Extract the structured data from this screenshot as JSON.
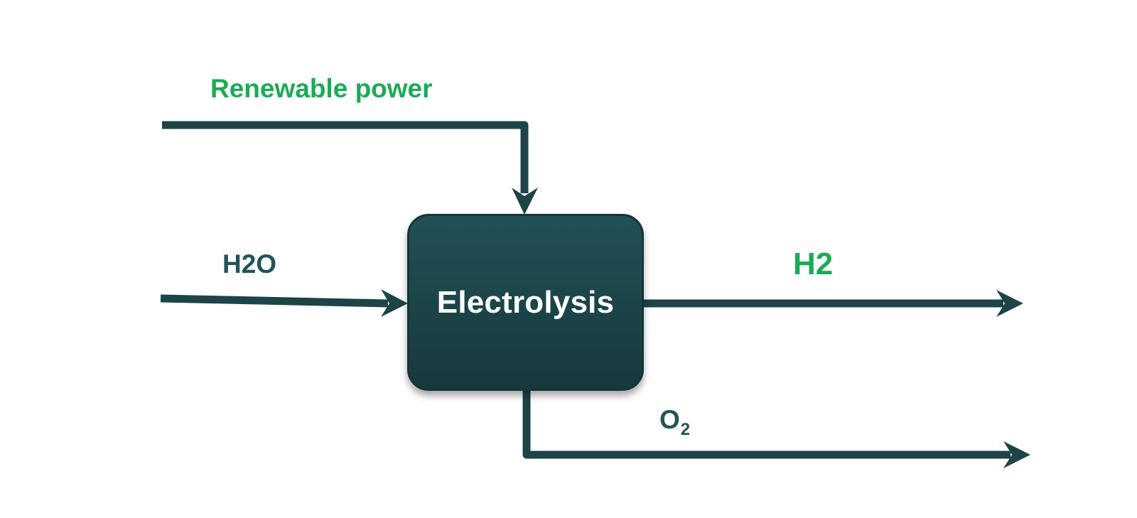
{
  "process": {
    "label": "Electrolysis"
  },
  "inputs": {
    "power_label": "Renewable power",
    "water_label": "H2O"
  },
  "outputs": {
    "hydrogen_label": "H2",
    "oxygen_symbol": "O",
    "oxygen_subscript": "2"
  },
  "colors": {
    "flow_line": "#1d4448",
    "process_fill": "#1d474b",
    "process_text": "#ffffff",
    "green_label": "#1aac55",
    "dark_label": "#22545a",
    "background": "#ffffff"
  }
}
